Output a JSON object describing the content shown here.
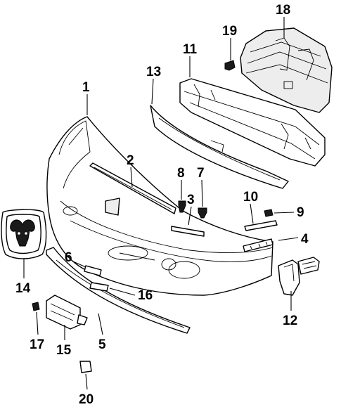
{
  "callouts": [
    {
      "id": "c1",
      "text": "1"
    },
    {
      "id": "c2",
      "text": "2"
    },
    {
      "id": "c3",
      "text": "3"
    },
    {
      "id": "c4",
      "text": "4"
    },
    {
      "id": "c5",
      "text": "5"
    },
    {
      "id": "c6",
      "text": "6"
    },
    {
      "id": "c7",
      "text": "7"
    },
    {
      "id": "c8",
      "text": "8"
    },
    {
      "id": "c9",
      "text": "9"
    },
    {
      "id": "c10",
      "text": "10"
    },
    {
      "id": "c11",
      "text": "11"
    },
    {
      "id": "c12",
      "text": "12"
    },
    {
      "id": "c13",
      "text": "13"
    },
    {
      "id": "c14",
      "text": "14"
    },
    {
      "id": "c15",
      "text": "15"
    },
    {
      "id": "c16",
      "text": "16"
    },
    {
      "id": "c17",
      "text": "17"
    },
    {
      "id": "c18",
      "text": "18"
    },
    {
      "id": "c19",
      "text": "19"
    },
    {
      "id": "c20",
      "text": "20"
    }
  ],
  "icons": {
    "emblem": "ram-head-emblem-icon"
  }
}
